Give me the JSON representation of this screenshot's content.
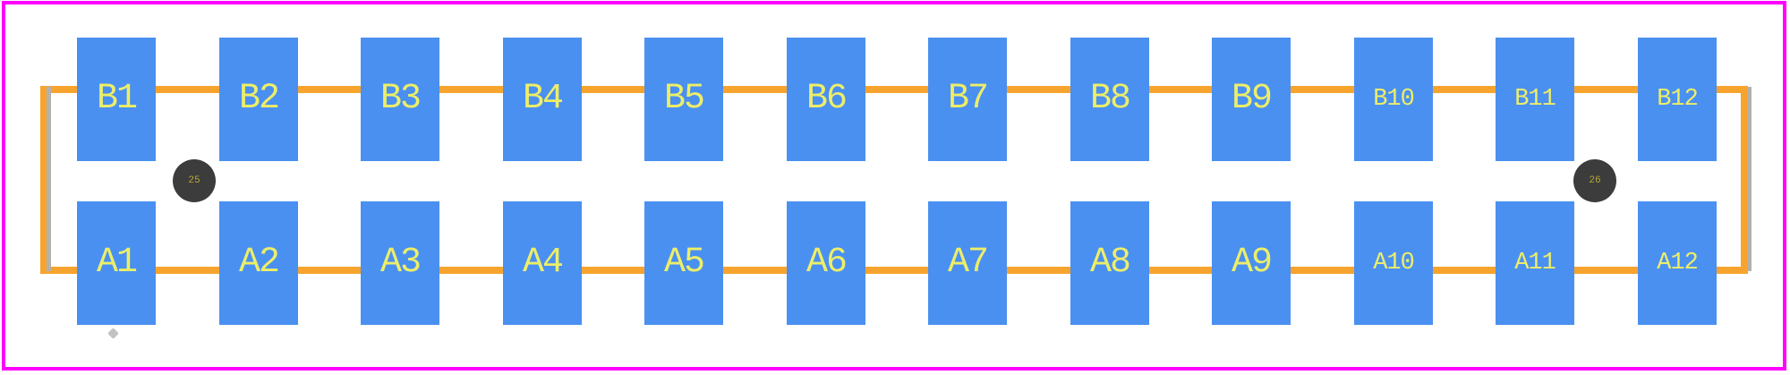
{
  "pads": {
    "top_row": [
      "B1",
      "B2",
      "B3",
      "B4",
      "B5",
      "B6",
      "B7",
      "B8",
      "B9",
      "B10",
      "B11",
      "B12"
    ],
    "bottom_row": [
      "A1",
      "A2",
      "A3",
      "A4",
      "A5",
      "A6",
      "A7",
      "A8",
      "A9",
      "A10",
      "A11",
      "A12"
    ]
  },
  "holes": [
    {
      "label": "25"
    },
    {
      "label": "26"
    }
  ],
  "colors": {
    "pad_blue": "#4a90f1",
    "outline_orange": "#f7a42f",
    "pad_label_yellow": "#edee68",
    "hole_dark": "#3c3c3c",
    "hole_label_yellow": "#b9a831",
    "assembly_gray": "#b3b1ad",
    "pin1_gray": "#c2c2c2",
    "border_magenta": "#ff00ff",
    "background": "#ffffff"
  }
}
